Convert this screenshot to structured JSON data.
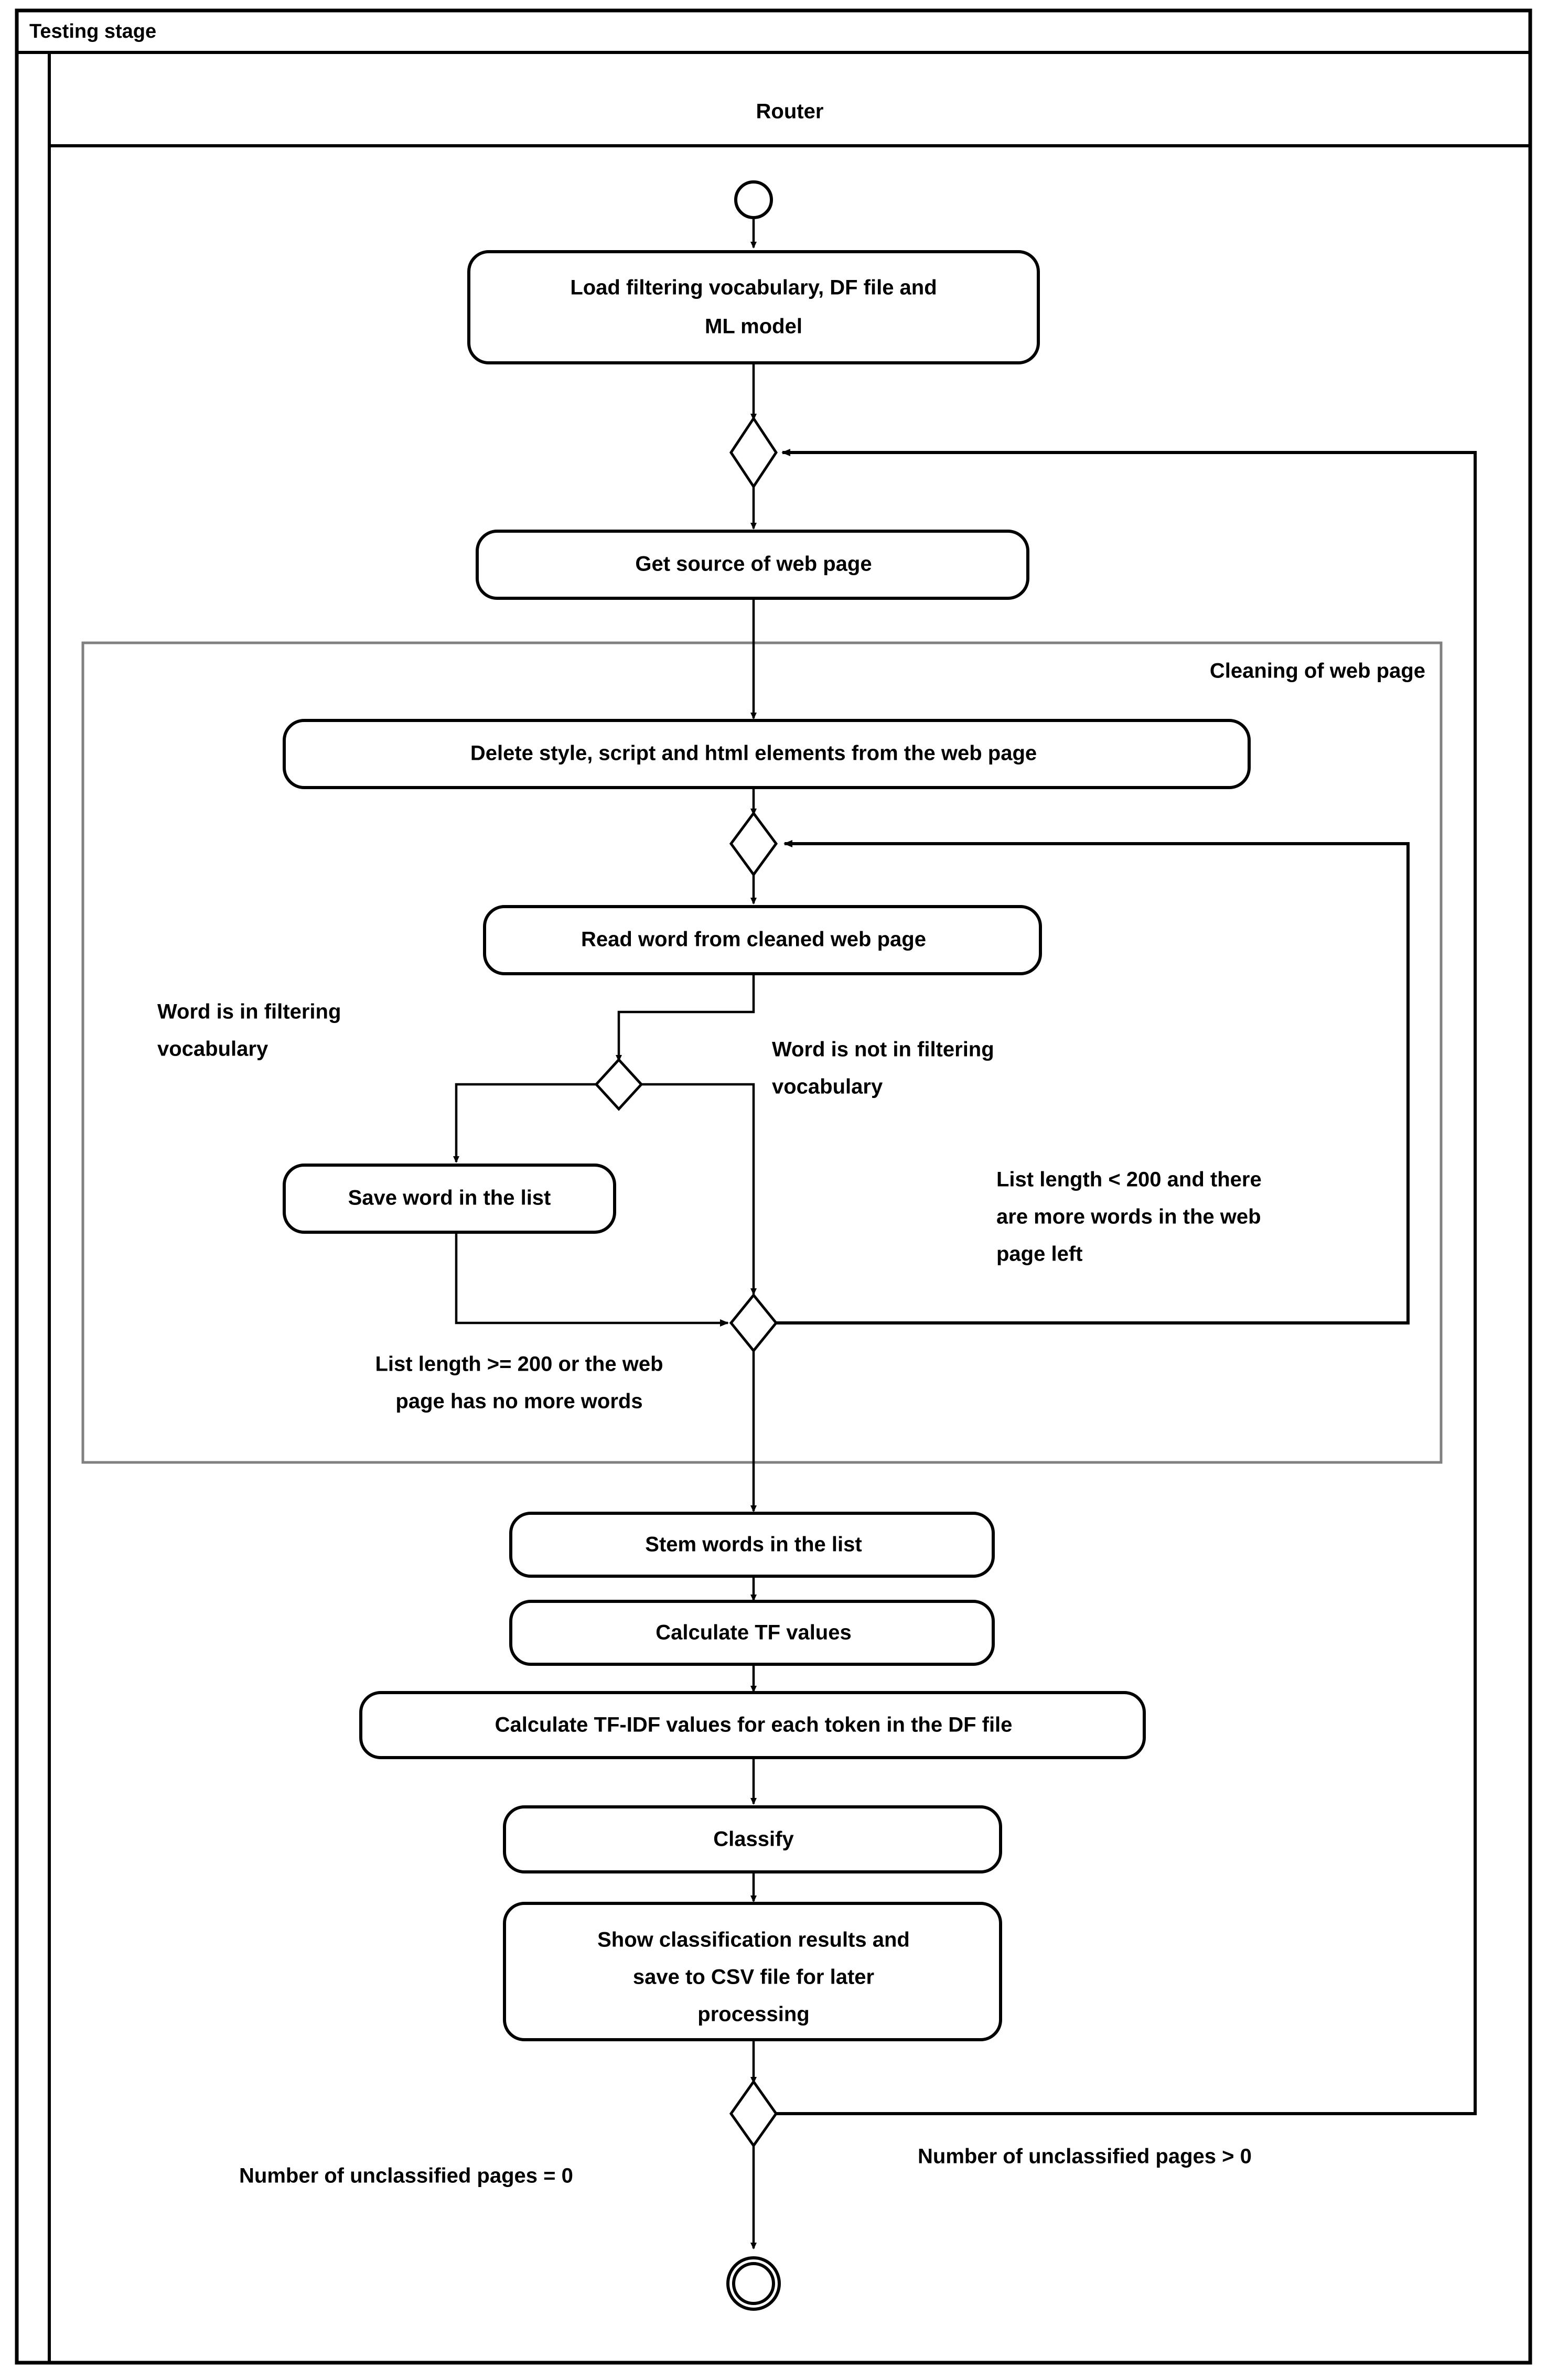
{
  "diagram": {
    "type": "uml-activity-diagram",
    "frame_title": "Testing stage",
    "lane_title": "Router",
    "partition_title": "Cleaning of web page",
    "colors": {
      "stroke": "#000000",
      "subframe_stroke": "#808080",
      "background": "#ffffff"
    }
  },
  "nodes": {
    "start": {
      "kind": "initial-node",
      "label": ""
    },
    "a1": {
      "kind": "action",
      "label": "Load filtering vocabulary, DF file and ML model",
      "line1": "Load filtering vocabulary, DF file and",
      "line2": "ML model"
    },
    "m1": {
      "kind": "merge-node",
      "label": ""
    },
    "a2": {
      "kind": "action",
      "label": "Get source of web page"
    },
    "a3": {
      "kind": "action",
      "label": "Delete style, script and html elements from the web page"
    },
    "m2": {
      "kind": "merge-node",
      "label": ""
    },
    "a4": {
      "kind": "action",
      "label": "Read word from cleaned web page"
    },
    "d1": {
      "kind": "decision-node",
      "label": ""
    },
    "a5": {
      "kind": "action",
      "label": "Save word in the list"
    },
    "m3": {
      "kind": "merge-decision-node",
      "label": ""
    },
    "a6": {
      "kind": "action",
      "label": "Stem words in the list"
    },
    "a7": {
      "kind": "action",
      "label": "Calculate TF values"
    },
    "a8": {
      "kind": "action",
      "label": "Calculate TF-IDF values for each token in the DF file"
    },
    "a9": {
      "kind": "action",
      "label": "Classify"
    },
    "a10": {
      "kind": "action",
      "label": "Show classification results and save to CSV file for later processing",
      "line1": "Show classification results and",
      "line2": "save to CSV file for later",
      "line3": "processing"
    },
    "d2": {
      "kind": "decision-node",
      "label": ""
    },
    "end": {
      "kind": "final-node",
      "label": ""
    }
  },
  "guards": {
    "word_in_vocab": {
      "line1": "Word is in filtering",
      "line2": "vocabulary"
    },
    "word_not_in_vocab": {
      "line1": "Word is not in filtering",
      "line2": "vocabulary"
    },
    "list_lt_200": {
      "line1": "List length < 200 and there",
      "line2": "are more words in the web",
      "line3": "page left"
    },
    "list_ge_200": {
      "line1": "List length >= 200 or the web",
      "line2": "page has no more words"
    },
    "unclassified_zero": {
      "line1": "Number of unclassified pages = 0"
    },
    "unclassified_gt_zero": {
      "line1": "Number of unclassified pages > 0"
    }
  },
  "edges": [
    {
      "from": "start",
      "to": "a1"
    },
    {
      "from": "a1",
      "to": "m1"
    },
    {
      "from": "m1",
      "to": "a2"
    },
    {
      "from": "a2",
      "to": "a3"
    },
    {
      "from": "a3",
      "to": "m2"
    },
    {
      "from": "m2",
      "to": "a4"
    },
    {
      "from": "a4",
      "to": "d1"
    },
    {
      "from": "d1",
      "to": "a5",
      "guard": "word_in_vocab"
    },
    {
      "from": "d1",
      "to": "m3",
      "guard": "word_not_in_vocab"
    },
    {
      "from": "a5",
      "to": "m3"
    },
    {
      "from": "m3",
      "to": "m2",
      "guard": "list_lt_200"
    },
    {
      "from": "m3",
      "to": "a6",
      "guard": "list_ge_200"
    },
    {
      "from": "a6",
      "to": "a7"
    },
    {
      "from": "a7",
      "to": "a8"
    },
    {
      "from": "a8",
      "to": "a9"
    },
    {
      "from": "a9",
      "to": "a10"
    },
    {
      "from": "a10",
      "to": "d2"
    },
    {
      "from": "d2",
      "to": "end",
      "guard": "unclassified_zero"
    },
    {
      "from": "d2",
      "to": "m1",
      "guard": "unclassified_gt_zero"
    }
  ]
}
